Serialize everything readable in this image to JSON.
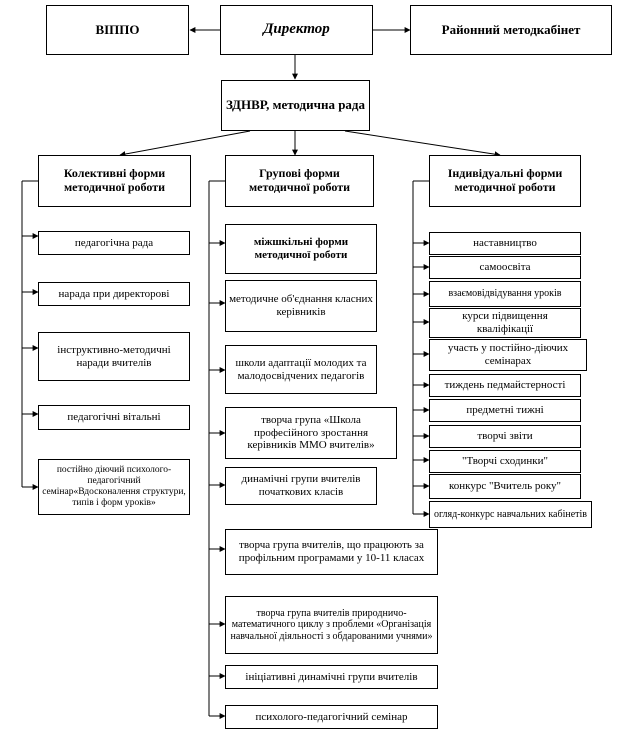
{
  "top": {
    "vippo": "ВІППО",
    "director": "Директор",
    "district_cabinet": "Районний методкабінет"
  },
  "zdnvr": "ЗДНВР, методична рада",
  "columns": {
    "collective": {
      "title": "Колективні форми методичної роботи",
      "items": [
        "педагогічна рада",
        "нарада при директорові",
        "інструктивно-методичні наради вчителів",
        "педагогічні вітальні",
        "постійно діючий психолого-педагогічний семінар«Вдосконалення структури, типів і форм уроків»"
      ]
    },
    "group": {
      "title": "Групові форми методичної роботи",
      "items": [
        "міжшкільні форми методичної роботи",
        "методичне об'єднання класних керівників",
        "школи адаптації молодих та малодосвідчених педагогів",
        "творча група «Школа професійного зростання керівників ММО вчителів»",
        "динамічні групи вчителів початкових класів",
        "творча група вчителів, що працюють за профільним програмами у 10-11 класах",
        "творча група вчителів природничо-математичного циклу з проблеми «Організація навчальної діяльності з обдарованими учнями»",
        "ініціативні динамічні групи вчителів",
        "психолого-педагогічний семінар"
      ]
    },
    "individual": {
      "title": "Індивідуальні форми методичної роботи",
      "items": [
        "наставництво",
        "самоосвіта",
        "взаємовідвідування уроків",
        "курси підвищення кваліфікації",
        "участь у постійно-діючих семінарах",
        "тиждень педмайстерності",
        "предметні тижні",
        "творчі звіти",
        "\"Творчі сходинки\"",
        "конкурс \"Вчитель року\"",
        "огляд-конкурс навчальних кабінетів"
      ]
    }
  }
}
